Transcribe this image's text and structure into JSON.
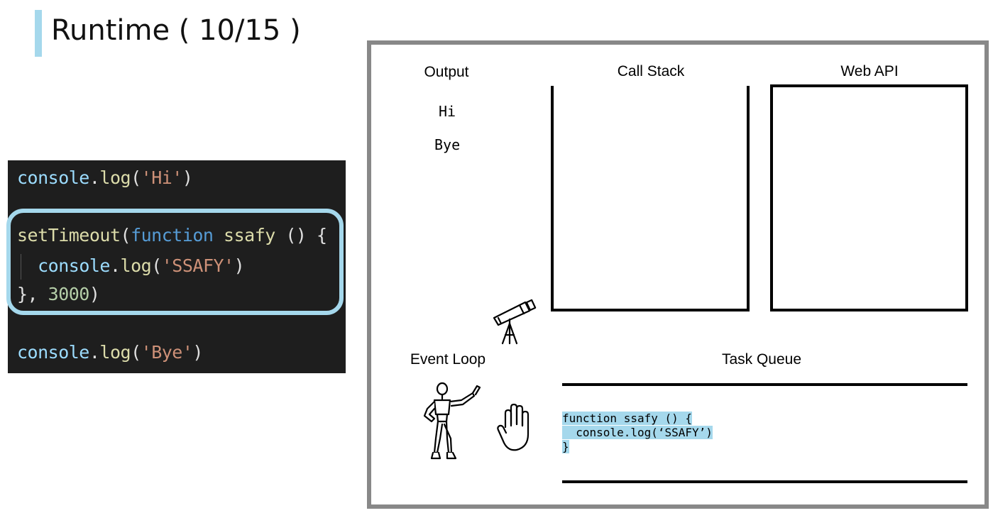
{
  "slide": {
    "title": "Runtime ( 10/15 )"
  },
  "code": {
    "line1": {
      "obj": "console",
      "dot": ".",
      "fn": "log",
      "open": "(",
      "str": "'Hi'",
      "close": ")"
    },
    "line2": {
      "fn": "setTimeout",
      "open": "(",
      "kw": "function",
      "name": " ssafy",
      "rest": " () {"
    },
    "line3": {
      "indent": "  ",
      "obj": "console",
      "dot": ".",
      "fn": "log",
      "open": "(",
      "str": "'SSAFY'",
      "close": ")"
    },
    "line4": {
      "brace": "}, ",
      "num": "3000",
      "close": ")"
    },
    "line5": {
      "obj": "console",
      "dot": ".",
      "fn": "log",
      "open": "(",
      "str": "'Bye'",
      "close": ")"
    }
  },
  "runtime": {
    "output_label": "Output",
    "output_lines": [
      "Hi",
      "Bye"
    ],
    "call_stack_label": "Call Stack",
    "web_api_label": "Web API",
    "event_loop_label": "Event Loop",
    "task_queue_label": "Task Queue",
    "task_queue_code": [
      "function ssafy () {",
      "  console.log(‘SSAFY’)",
      "}"
    ]
  },
  "colors": {
    "accent": "#a5d8ec",
    "code_bg": "#1e1e1e",
    "frame": "#888888"
  },
  "icons": [
    "telescope-icon",
    "figure-pointing-icon",
    "raised-hand-icon"
  ]
}
